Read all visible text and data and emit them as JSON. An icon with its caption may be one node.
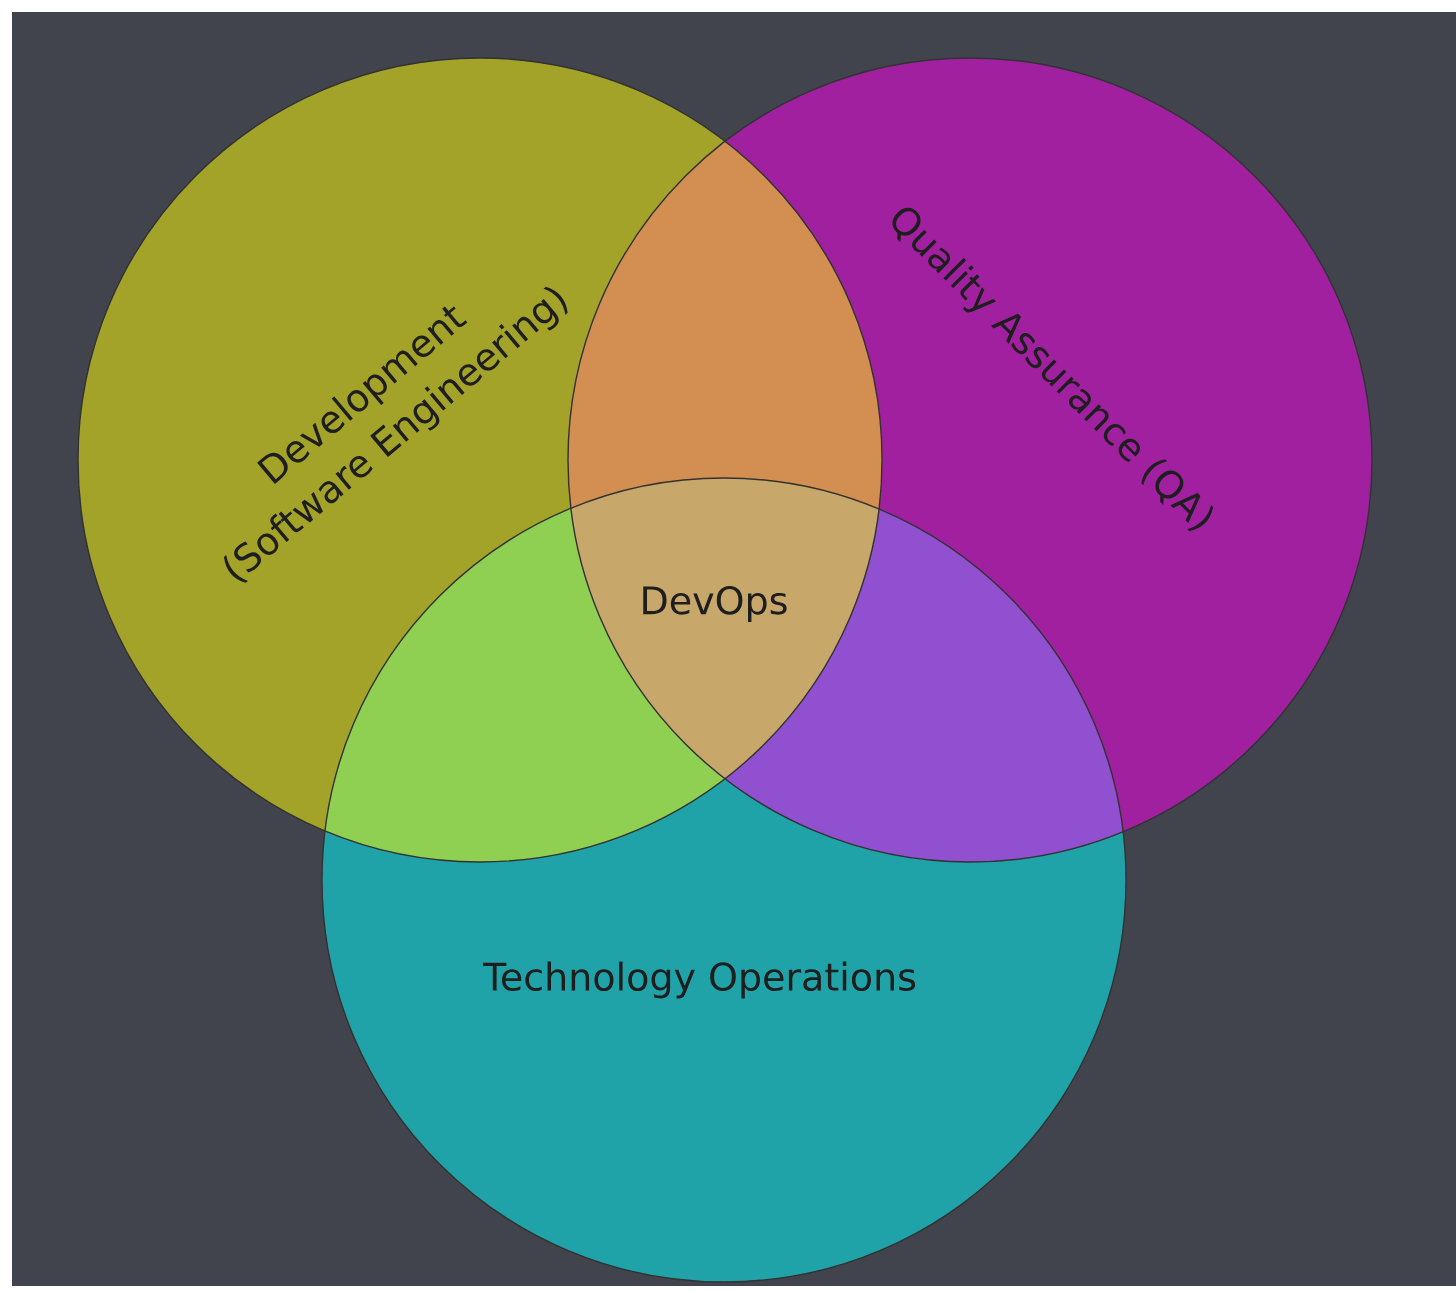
{
  "diagram": {
    "nodes": [
      {
        "text": [
          "Development (Software Engineering)"
        ]
      },
      {
        "text": [
          "Quality Assurance (QA)"
        ]
      },
      {
        "text": [
          "Technology Operations"
        ]
      }
    ],
    "labels": [
      "DevOps"
    ]
  }
}
